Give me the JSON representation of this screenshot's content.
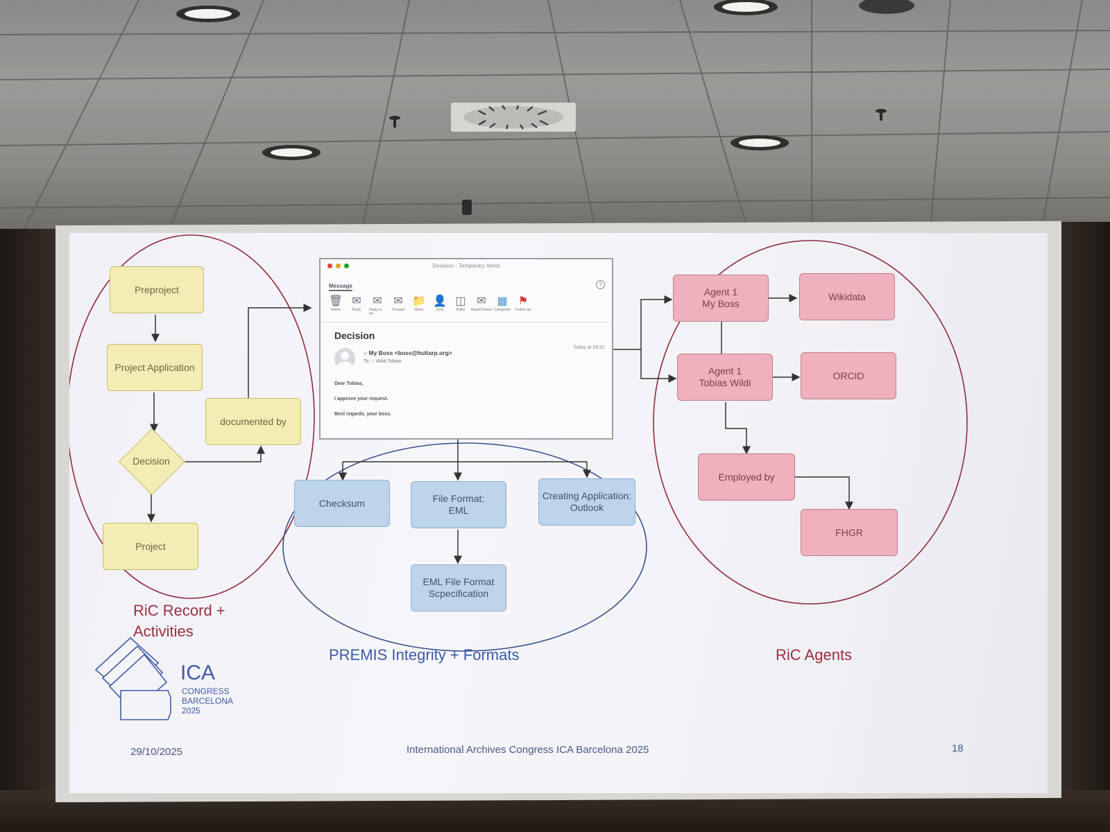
{
  "slide": {
    "page_number": "18",
    "date": "29/10/2025",
    "footer_title": "International Archives Congress ICA Barcelona 2025",
    "logo": {
      "name": "ICA",
      "line1": "CONGRESS",
      "line2": "BARCELONA",
      "line3": "2025"
    }
  },
  "record_group": {
    "caption": "RiC Record +\nActivities",
    "nodes": {
      "preproject": "Preproject",
      "project_application": "Project Application",
      "decision": "Decision",
      "project": "Project",
      "documented_by": "documented by"
    }
  },
  "email": {
    "window_title": "Decision - Temporary Items",
    "tab": "Message",
    "ribbon": [
      "Delete",
      "Reply",
      "Reply to All",
      "Forward",
      "Move",
      "Junk",
      "Rules",
      "Read/Unread",
      "Categorize",
      "Follow Up"
    ],
    "subject": "Decision",
    "from": "My Boss <boss@hultarp.org>",
    "to_label": "To:",
    "to": "Wildi Tobias",
    "date": "Today at 09:31",
    "greeting": "Dear Tobias,",
    "body": "I approve your request.",
    "signoff": "Best regards, your boss."
  },
  "premis_group": {
    "caption": "PREMIS Integrity + Formats",
    "nodes": {
      "checksum": "Checksum",
      "file_format": "File Format:\nEML",
      "creating_app": "Creating Application:\nOutlook",
      "eml_spec": "EML File Format\nScpecification"
    }
  },
  "agents_group": {
    "caption": "RiC Agents",
    "nodes": {
      "agent_boss": "Agent 1\nMy Boss",
      "wikidata": "Wikidata",
      "agent_tobias": "Agent 1\nTobias Wildi",
      "orcid": "ORCID",
      "employed_by": "Employed by",
      "fhgr": "FHGR"
    }
  },
  "colors": {
    "record_ellipse": "#8f2b3c",
    "premis_ellipse": "#3b4f8c",
    "agents_ellipse": "#8f2b3c",
    "record_caption": "#9b2f3f",
    "premis_caption": "#3b5aa8",
    "agents_caption": "#9b2f3f"
  }
}
